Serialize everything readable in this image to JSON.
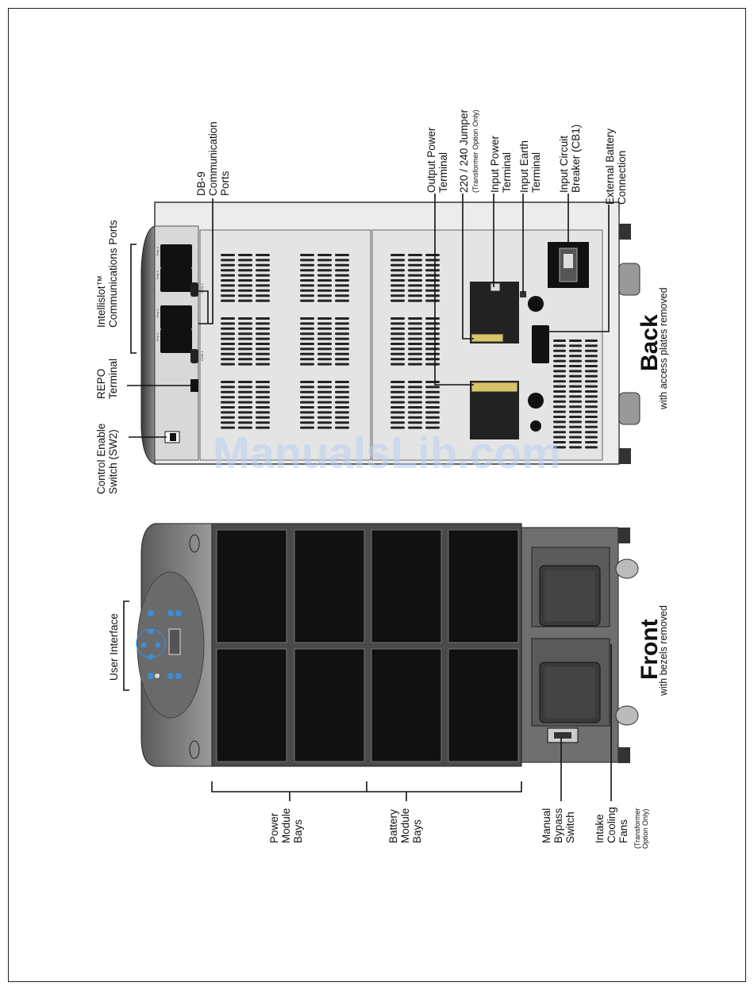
{
  "back_view": {
    "title": "Back",
    "subtitle": "with access plates removed",
    "labels": {
      "control_enable_switch": [
        "Control Enable",
        "Switch (SW2)"
      ],
      "repo_terminal": [
        "REPO",
        "Terminal"
      ],
      "intellislot_ports": [
        "Intellislot™",
        "Communications Ports"
      ],
      "db9_ports": [
        "DB-9",
        "Communication",
        "Ports"
      ],
      "output_power_terminal": [
        "Output Power",
        "Terminal"
      ],
      "jumper": [
        "220 / 240 Jumper"
      ],
      "jumper_note": "(Transformer Option Only)",
      "input_power_terminal": [
        "Input Power",
        "Terminal"
      ],
      "input_earth_terminal": [
        "Input Earth",
        "Terminal"
      ],
      "input_circuit_breaker": [
        "Input Circuit",
        "Breaker (CB1)"
      ],
      "external_battery_connection": [
        "External Battery",
        "Connection"
      ]
    },
    "port_markings": [
      "Port 1",
      "Port 2",
      "Port 3",
      "Port 4",
      "COM 1",
      "COM 2"
    ]
  },
  "front_view": {
    "title": "Front",
    "subtitle": "with bezels removed",
    "labels": {
      "user_interface": [
        "User Interface"
      ],
      "power_module_bays": [
        "Power",
        "Module",
        "Bays"
      ],
      "battery_module_bays": [
        "Battery",
        "Module",
        "Bays"
      ],
      "manual_bypass_switch": [
        "Manual",
        "Bypass",
        "Switch"
      ],
      "intake_cooling_fans": [
        "Intake",
        "Cooling",
        "Fans"
      ],
      "intake_cooling_fans_note": [
        "(Transformer",
        "Option Only)"
      ]
    }
  },
  "watermark": "ManualsLib.com",
  "colors": {
    "ui_blue": "#3a8fd8",
    "watermark": "#b8cdf0",
    "bay_black": "#111111",
    "panel_gray": "#d9d9d9",
    "chassis_dark": "#4a4a4a"
  }
}
